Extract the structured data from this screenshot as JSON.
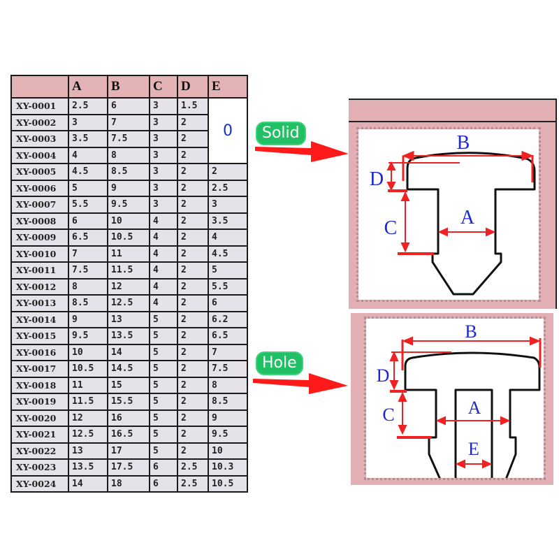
{
  "table": {
    "headers": [
      "",
      "A",
      "B",
      "C",
      "D",
      "E"
    ],
    "merged_e_value": "0",
    "rows": [
      {
        "code": "XY-0001",
        "A": "2.5",
        "B": "6",
        "C": "3",
        "D": "1.5",
        "E": ""
      },
      {
        "code": "XY-0002",
        "A": "3",
        "B": "7",
        "C": "3",
        "D": "2",
        "E": ""
      },
      {
        "code": "XY-0003",
        "A": "3.5",
        "B": "7.5",
        "C": "3",
        "D": "2",
        "E": ""
      },
      {
        "code": "XY-0004",
        "A": "4",
        "B": "8",
        "C": "3",
        "D": "2",
        "E": ""
      },
      {
        "code": "XY-0005",
        "A": "4.5",
        "B": "8.5",
        "C": "3",
        "D": "2",
        "E": "2"
      },
      {
        "code": "XY-0006",
        "A": "5",
        "B": "9",
        "C": "3",
        "D": "2",
        "E": "2.5"
      },
      {
        "code": "XY-0007",
        "A": "5.5",
        "B": "9.5",
        "C": "3",
        "D": "2",
        "E": "3"
      },
      {
        "code": "XY-0008",
        "A": "6",
        "B": "10",
        "C": "4",
        "D": "2",
        "E": "3.5"
      },
      {
        "code": "XY-0009",
        "A": "6.5",
        "B": "10.5",
        "C": "4",
        "D": "2",
        "E": "4"
      },
      {
        "code": "XY-0010",
        "A": "7",
        "B": "11",
        "C": "4",
        "D": "2",
        "E": "4.5"
      },
      {
        "code": "XY-0011",
        "A": "7.5",
        "B": "11.5",
        "C": "4",
        "D": "2",
        "E": "5"
      },
      {
        "code": "XY-0012",
        "A": "8",
        "B": "12",
        "C": "4",
        "D": "2",
        "E": "5.5"
      },
      {
        "code": "XY-0013",
        "A": "8.5",
        "B": "12.5",
        "C": "4",
        "D": "2",
        "E": "6"
      },
      {
        "code": "XY-0014",
        "A": "9",
        "B": "13",
        "C": "5",
        "D": "2",
        "E": "6.2"
      },
      {
        "code": "XY-0015",
        "A": "9.5",
        "B": "13.5",
        "C": "5",
        "D": "2",
        "E": "6.5"
      },
      {
        "code": "XY-0016",
        "A": "10",
        "B": "14",
        "C": "5",
        "D": "2",
        "E": "7"
      },
      {
        "code": "XY-0017",
        "A": "10.5",
        "B": "14.5",
        "C": "5",
        "D": "2",
        "E": "7.5"
      },
      {
        "code": "XY-0018",
        "A": "11",
        "B": "15",
        "C": "5",
        "D": "2",
        "E": "8"
      },
      {
        "code": "XY-0019",
        "A": "11.5",
        "B": "15.5",
        "C": "5",
        "D": "2",
        "E": "8.5"
      },
      {
        "code": "XY-0020",
        "A": "12",
        "B": "16",
        "C": "5",
        "D": "2",
        "E": "9"
      },
      {
        "code": "XY-0021",
        "A": "12.5",
        "B": "16.5",
        "C": "5",
        "D": "2",
        "E": "9.5"
      },
      {
        "code": "XY-0022",
        "A": "13",
        "B": "17",
        "C": "5",
        "D": "2",
        "E": "10"
      },
      {
        "code": "XY-0023",
        "A": "13.5",
        "B": "17.5",
        "C": "6",
        "D": "2.5",
        "E": "10.3"
      },
      {
        "code": "XY-0024",
        "A": "14",
        "B": "18",
        "C": "6",
        "D": "2.5",
        "E": "10.5"
      }
    ]
  },
  "labels": {
    "solid": "Solid",
    "hole": "Hole"
  },
  "diagrams": {
    "solid": {
      "dims": {
        "A": "A",
        "B": "B",
        "C": "C",
        "D": "D"
      }
    },
    "hole": {
      "dims": {
        "A": "A",
        "B": "B",
        "C": "C",
        "D": "D",
        "E": "E"
      }
    }
  },
  "colors": {
    "header_bg": "#e4b3b6",
    "row_bg": "#e6e2ea",
    "tag_green": "#22c064",
    "arrow_red": "#ff1a1a",
    "dimension_red": "#ee2222",
    "dimension_label_blue": "#1c28d8",
    "panel_pink": "#e2b0b4"
  }
}
